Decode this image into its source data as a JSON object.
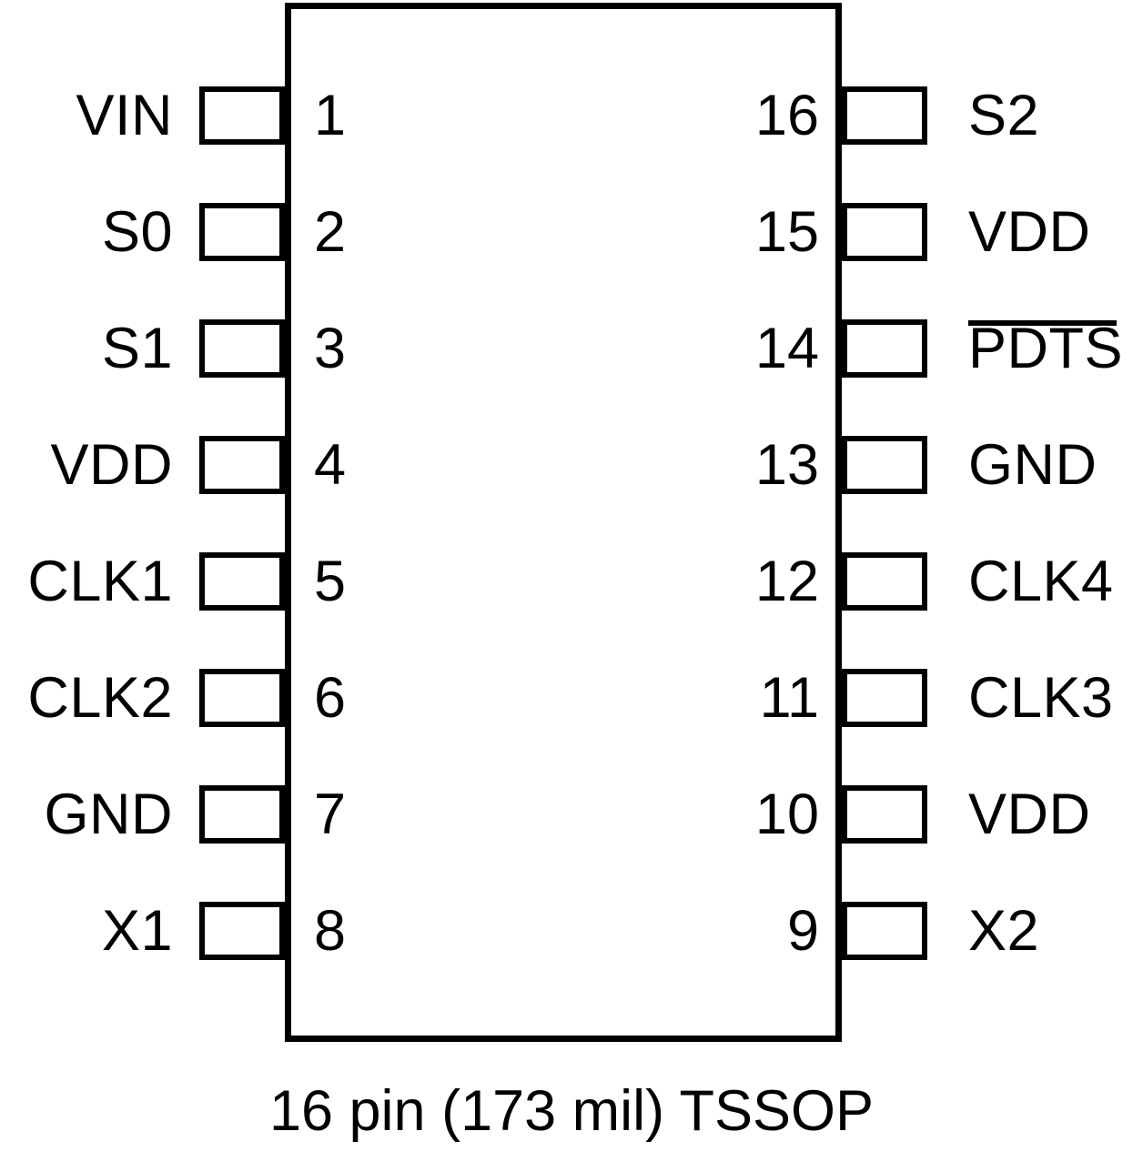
{
  "diagram": {
    "caption": "16 pin (173 mil) TSSOP",
    "package": "TSSOP",
    "pin_count": 16,
    "body_width_mil": 173,
    "colors": {
      "outline": "#000000",
      "background": "#ffffff",
      "text": "#000000"
    }
  },
  "pins": {
    "left": [
      {
        "number": "1",
        "label": "VIN",
        "overline": false
      },
      {
        "number": "2",
        "label": "S0",
        "overline": false
      },
      {
        "number": "3",
        "label": "S1",
        "overline": false
      },
      {
        "number": "4",
        "label": "VDD",
        "overline": false
      },
      {
        "number": "5",
        "label": "CLK1",
        "overline": false
      },
      {
        "number": "6",
        "label": "CLK2",
        "overline": false
      },
      {
        "number": "7",
        "label": "GND",
        "overline": false
      },
      {
        "number": "8",
        "label": "X1",
        "overline": false
      }
    ],
    "right": [
      {
        "number": "16",
        "label": "S2",
        "overline": false
      },
      {
        "number": "15",
        "label": "VDD",
        "overline": false
      },
      {
        "number": "14",
        "label": "PDTS",
        "overline": true
      },
      {
        "number": "13",
        "label": "GND",
        "overline": false
      },
      {
        "number": "12",
        "label": "CLK4",
        "overline": false
      },
      {
        "number": "11",
        "label": "CLK3",
        "overline": false
      },
      {
        "number": "10",
        "label": "VDD",
        "overline": false
      },
      {
        "number": "9",
        "label": "X2",
        "overline": false
      }
    ]
  }
}
